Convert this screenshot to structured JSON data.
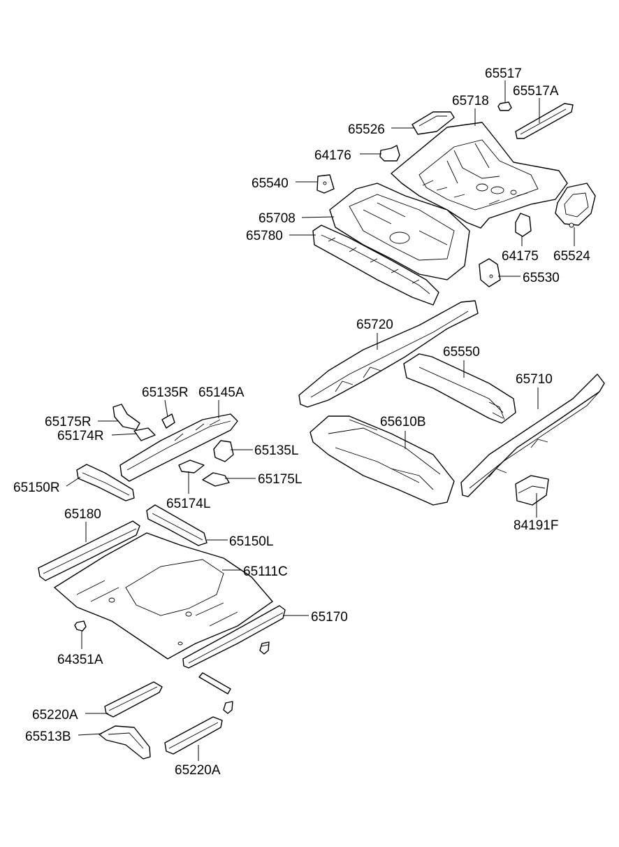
{
  "labels": {
    "p65517": "65517",
    "p65718": "65718",
    "p65517A": "65517A",
    "p65526": "65526",
    "p64176": "64176",
    "p65540": "65540",
    "p65708": "65708",
    "p65780": "65780",
    "p64175": "64175",
    "p65524": "65524",
    "p65530": "65530",
    "p65720": "65720",
    "p65550": "65550",
    "p65710": "65710",
    "p65135R": "65135R",
    "p65145A": "65145A",
    "p65175R": "65175R",
    "p65174R": "65174R",
    "p65135L": "65135L",
    "p65175L": "65175L",
    "p65150R": "65150R",
    "p65174L": "65174L",
    "p65610B": "65610B",
    "p84191F": "84191F",
    "p65180": "65180",
    "p65150L": "65150L",
    "p65111C": "65111C",
    "p65170": "65170",
    "p64351A": "64351A",
    "p65220A_1": "65220A",
    "p65513B": "65513B",
    "p65220A_2": "65220A"
  }
}
